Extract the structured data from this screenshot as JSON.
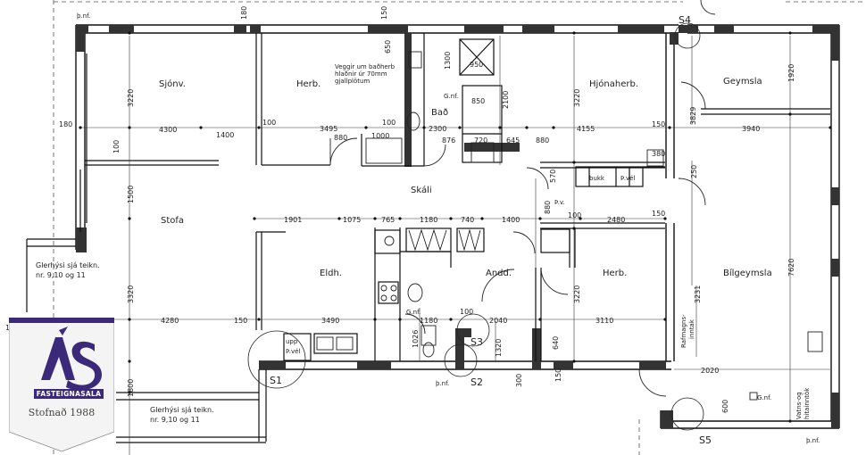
{
  "rooms": {
    "sjonv": "Sjónv.",
    "herb1": "Herb.",
    "bad": "Bað",
    "hjonaherb": "Hjónaherb.",
    "geymsla": "Geymsla",
    "skali": "Skáli",
    "stofa": "Stofa",
    "eldh": "Eldh.",
    "andd": "Andd.",
    "herb2": "Herb.",
    "bilgeymsla": "Bílgeymsla"
  },
  "notes": {
    "veggir_1": "Veggir um baðherb",
    "veggir_2": "hlaðnir úr 70mm",
    "veggir_3": "gjallplötum",
    "glerhysi_top_1": "Glerhýsi sjá teikn.",
    "glerhysi_top_2": "nr. 9,10 og 11",
    "glerhysi_bot_1": "Glerhýsi sjá teikn.",
    "glerhysi_bot_2": "nr. 9,10 og 11",
    "pnf": "þ.nf.",
    "gnf": "G.nf.",
    "pv": "Þ.v.",
    "upp_1": "upp",
    "upp_2": "Þ.vél",
    "bukk": "bukk",
    "pvel": "Þ.vél",
    "rafmagns_1": "Rafmagns-",
    "rafmagns_2": "inntak",
    "vatns_1": "Vatns-og",
    "vatns_2": "hitainntök"
  },
  "markers": {
    "s1": "S1",
    "s2": "S2",
    "s3": "S3",
    "s4": "S4",
    "s5": "S5"
  },
  "dims": {
    "d3220a": "3220",
    "d4300": "4300",
    "d1400a": "1400",
    "d3495": "3495",
    "d880a": "880",
    "d1000": "1000",
    "d2300": "2300",
    "d876": "876",
    "d720": "720",
    "d645": "645",
    "d880b": "880",
    "d4155": "4155",
    "d3940": "3940",
    "d1920": "1920",
    "d3829": "3829",
    "d950": "950",
    "d850": "850",
    "d1300": "1300",
    "d1500a": "1500",
    "d1901": "1901",
    "d1075": "1075",
    "d765": "765",
    "d1180a": "1180",
    "d740": "740",
    "d1400b": "1400",
    "d2480": "2480",
    "d4280": "4280",
    "d3490": "3490",
    "d1180b": "1180",
    "d2040": "2040",
    "d3110": "3110",
    "d3320": "3320",
    "d7620": "7620",
    "d3231": "3231",
    "d2020": "2020",
    "d1800": "1800",
    "d1320": "1320",
    "d1026": "1026",
    "d300": "300",
    "d650": "650",
    "d2100": "2100",
    "d150a": "150",
    "d150b": "150",
    "d150c": "150",
    "d150d": "150",
    "d150e": "150",
    "d100a": "100",
    "d100b": "100",
    "d100c": "100",
    "d100d": "100",
    "d180a": "180",
    "d180b": "180",
    "d180c": "180",
    "d380": "380",
    "d250": "250",
    "d880c": "880",
    "d570": "570",
    "d640": "640",
    "d600": "600",
    "d3220b": "3220",
    "d3220c": "3220",
    "d100e": "100"
  },
  "logo": {
    "band": "FASTEIGNASALA",
    "founded": "Stofnað 1988"
  }
}
